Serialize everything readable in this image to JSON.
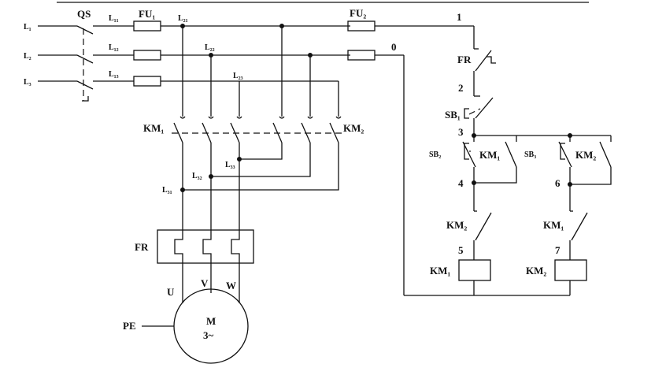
{
  "labels": {
    "L1": "L₁",
    "L2": "L₂",
    "L3": "L₃",
    "QS": "QS",
    "L11": "L₁₁",
    "L12": "L₁₂",
    "L13": "L₁₃",
    "FU1": "FU₁",
    "FU2": "FU₂",
    "L21": "L₂₁",
    "L22": "L₂₂",
    "L23": "L₂₃",
    "node_1": "1",
    "node_0": "0",
    "FR_contact": "FR",
    "node_2": "2",
    "SB1": "SB₁",
    "node_3": "3",
    "SB2": "SB₂",
    "KM1_hold": "KM₁",
    "SB3": "SB₃",
    "KM2_hold": "KM₂",
    "node_4": "4",
    "node_6": "6",
    "KM2_interlock": "KM₂",
    "KM1_interlock": "KM₁",
    "node_5": "5",
    "node_7": "7",
    "KM1_coil": "KM₁",
    "KM2_coil": "KM₂",
    "KM1_main": "KM₁",
    "KM2_main": "KM₂",
    "L31": "L₃₁",
    "L32": "L₃₂",
    "L33": "L₃₃",
    "FR_relay": "FR",
    "U": "U",
    "V": "V",
    "W": "W",
    "PE": "PE",
    "motor_M": "M",
    "motor_type": "3~"
  }
}
